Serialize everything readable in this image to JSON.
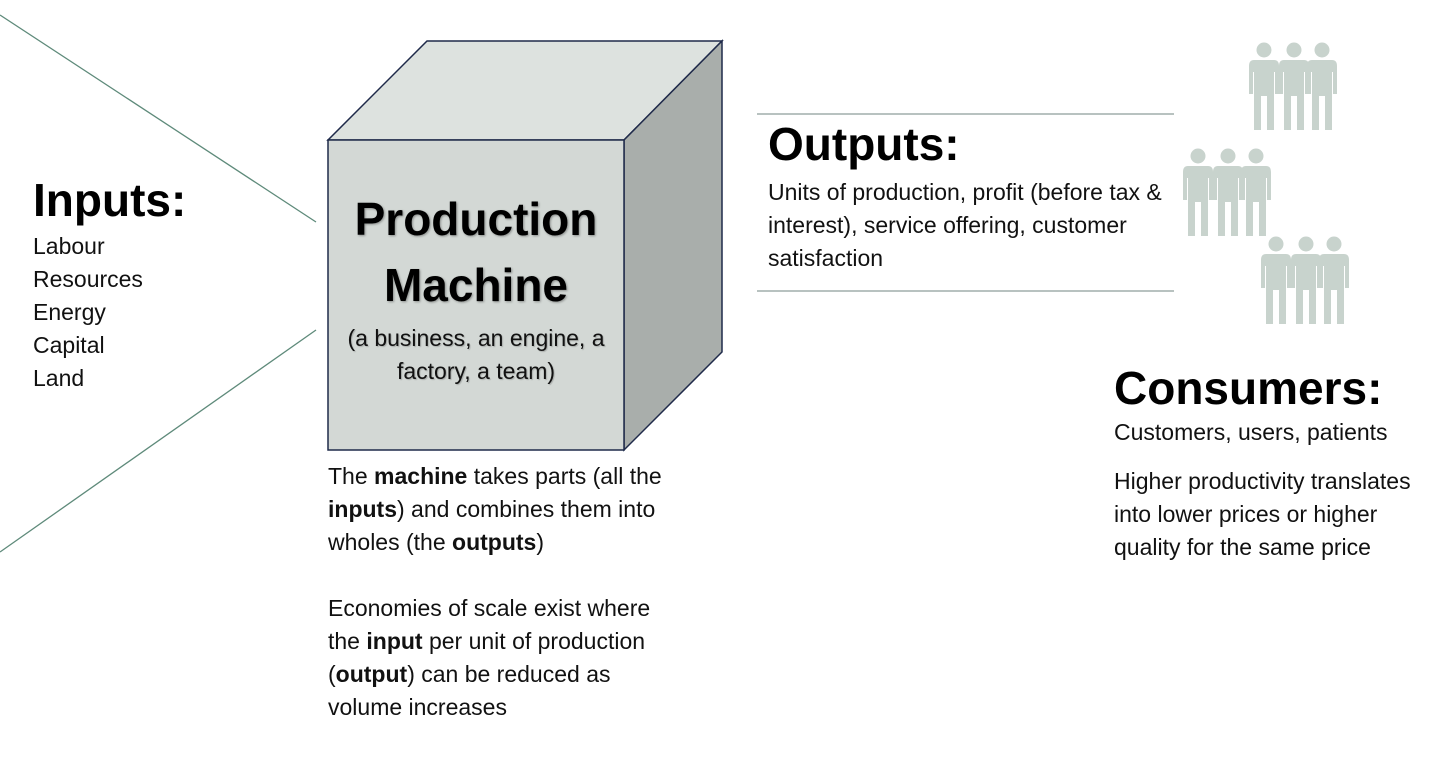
{
  "inputs": {
    "heading": "Inputs:",
    "items": [
      "Labour",
      "Resources",
      "Energy",
      "Capital",
      "Land"
    ]
  },
  "machine": {
    "title_line1": "Production",
    "title_line2": "Machine",
    "subtitle_line1": "(a business, an engine, a",
    "subtitle_line2": "factory, a team)",
    "para1": {
      "t1": "The ",
      "b1": "machine",
      "t2": " takes parts (all the ",
      "b2": "inputs",
      "t3": ") and combines them into wholes (the ",
      "b3": "outputs",
      "t4": ")"
    },
    "para2": {
      "t1": "Economies of scale exist where the ",
      "b1": "input",
      "t2": " per unit of production (",
      "b2": "output",
      "t3": ") can be reduced as volume increases"
    }
  },
  "outputs": {
    "heading": "Outputs:",
    "description": "Units of production, profit (before tax & interest), service offering, customer satisfaction"
  },
  "consumers": {
    "heading": "Consumers:",
    "description": "Customers, users, patients",
    "note": "Higher productivity translates into lower prices or higher quality for the same price",
    "icon": "people-group-icon"
  },
  "colors": {
    "cube_front": "#d3d8d5",
    "cube_top": "#dde2df",
    "cube_side": "#a9aeab",
    "cube_edge": "#1f2a4a",
    "funnel_line": "#5e8a7a",
    "rule_line": "#8e9e9a",
    "people": "#c8d3cd"
  }
}
